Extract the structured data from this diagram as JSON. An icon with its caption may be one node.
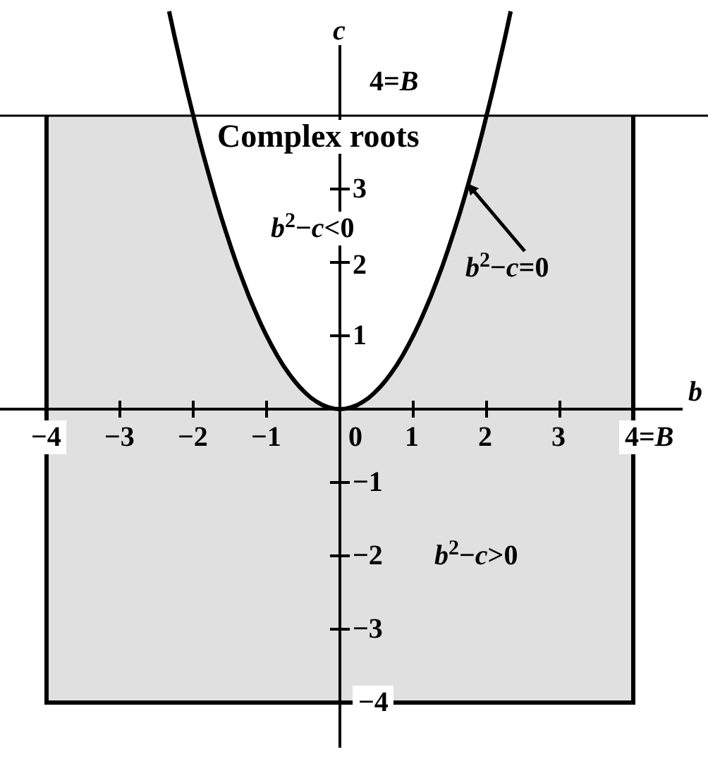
{
  "diagram": {
    "nodes": [
      {
        "text": [
          "*b*$^{2}$−*c*=0"
        ]
      },
      {
        "text": [],
        "shape": "curve"
      }
    ],
    "edges": [
      {
        "from": 0,
        "to": 1,
        "arrow": "to"
      }
    ],
    "labels": [
      "c",
      "4=*B*",
      "Complex roots",
      "3",
      "*b*$^{2}$−*c*<0",
      "2",
      "1",
      "b",
      "−4",
      "−3",
      "−2",
      "−1",
      "0",
      "1",
      "2",
      "3",
      "4=*B*",
      "−1",
      "−2",
      "*b*$^{2}$−*c*>0",
      "−3",
      "−4"
    ]
  }
}
